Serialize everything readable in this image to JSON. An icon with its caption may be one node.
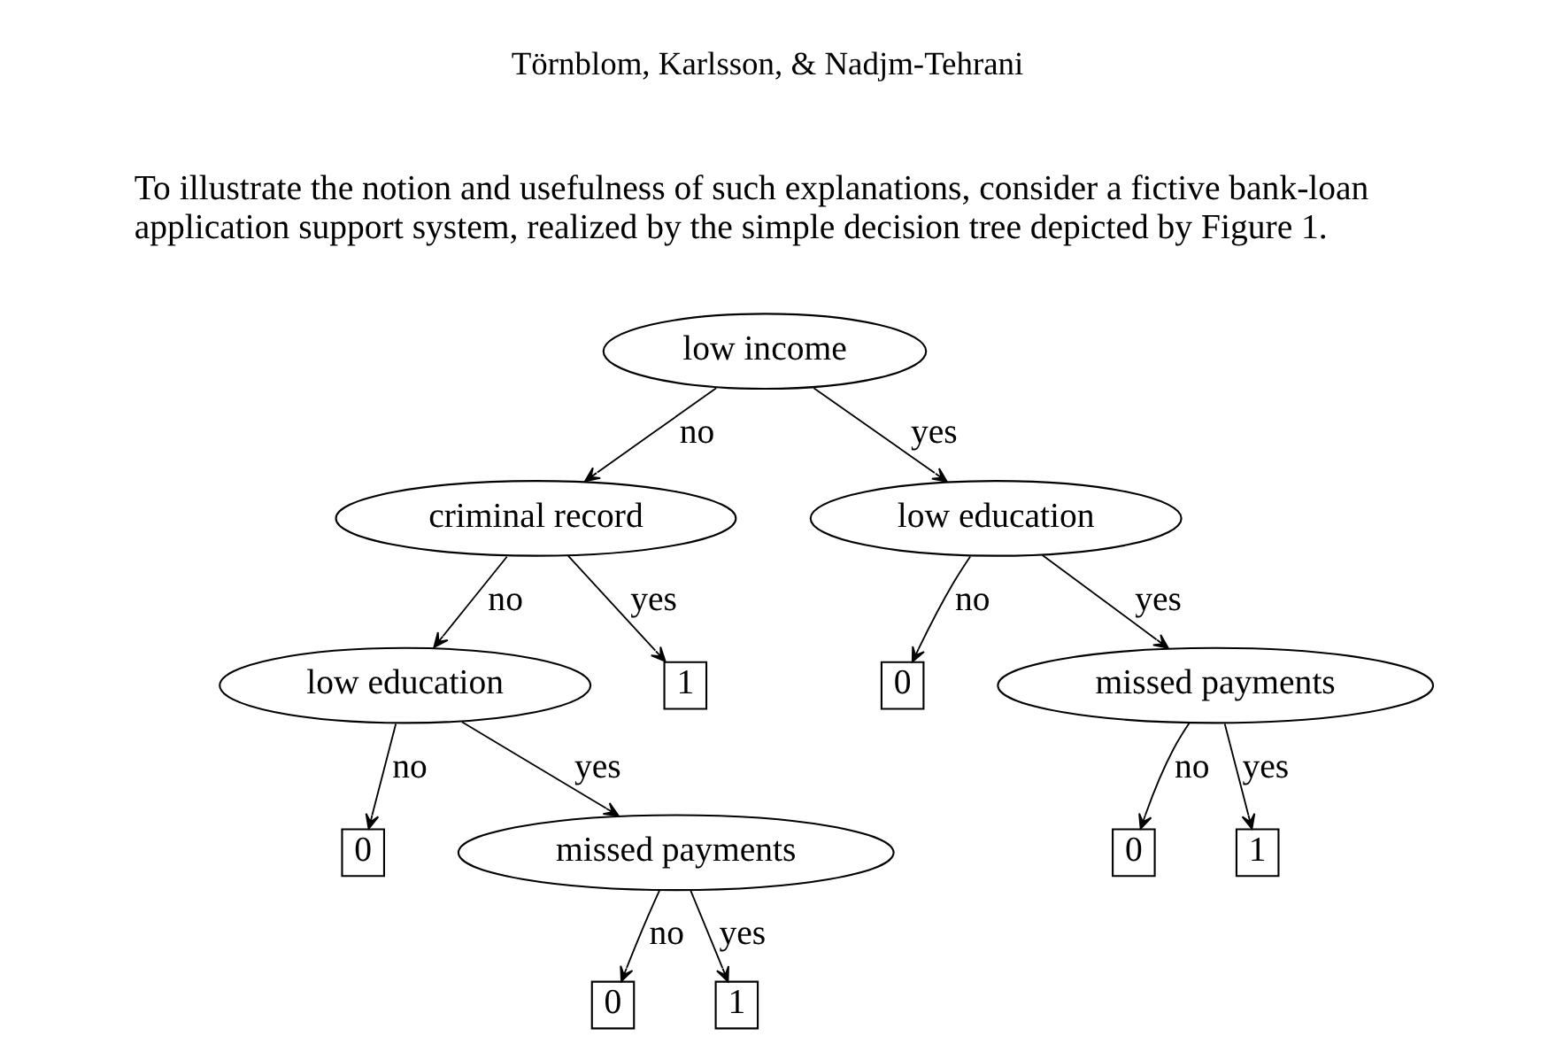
{
  "diagram": {
    "nodes": [
      {
        "text": [
          "low income"
        ]
      },
      {
        "text": [
          "criminal record"
        ]
      },
      {
        "text": [
          "low education"
        ]
      },
      {
        "text": [
          "low education"
        ]
      },
      {
        "text": [
          "1"
        ]
      },
      {
        "text": [
          "0"
        ]
      },
      {
        "text": [
          "missed payments"
        ]
      },
      {
        "text": [
          "0"
        ]
      },
      {
        "text": [
          "missed payments"
        ]
      },
      {
        "text": [
          "0"
        ]
      },
      {
        "text": [
          "1"
        ]
      },
      {
        "text": [
          "0"
        ]
      },
      {
        "text": [
          "1"
        ]
      }
    ],
    "edges": [
      {
        "from": 0,
        "to": 1,
        "arrow": "to",
        "label": "no"
      },
      {
        "from": 0,
        "to": 2,
        "arrow": "to",
        "label": "yes"
      },
      {
        "from": 1,
        "to": 3,
        "arrow": "to",
        "label": "no"
      },
      {
        "from": 1,
        "to": 4,
        "arrow": "to",
        "label": "yes"
      },
      {
        "from": 2,
        "to": 5,
        "arrow": "to",
        "label": "no"
      },
      {
        "from": 2,
        "to": 6,
        "arrow": "to",
        "label": "yes"
      },
      {
        "from": 3,
        "to": 7,
        "arrow": "to",
        "label": "no"
      },
      {
        "from": 3,
        "to": 8,
        "arrow": "to",
        "label": "yes"
      },
      {
        "from": 6,
        "to": 9,
        "arrow": "to",
        "label": "no"
      },
      {
        "from": 6,
        "to": 10,
        "arrow": "to",
        "label": "yes"
      },
      {
        "from": 8,
        "to": 11,
        "arrow": "to",
        "label": "no"
      },
      {
        "from": 8,
        "to": 12,
        "arrow": "to",
        "label": "yes"
      }
    ],
    "labels": [
      "Törnblom, Karlsson, & Nadjm-Tehrani",
      "To illustrate the notion and usefulness of such explanations, consider a fictive bank-loan application support system, realized by the simple decision tree depicted by Figure 1."
    ]
  }
}
